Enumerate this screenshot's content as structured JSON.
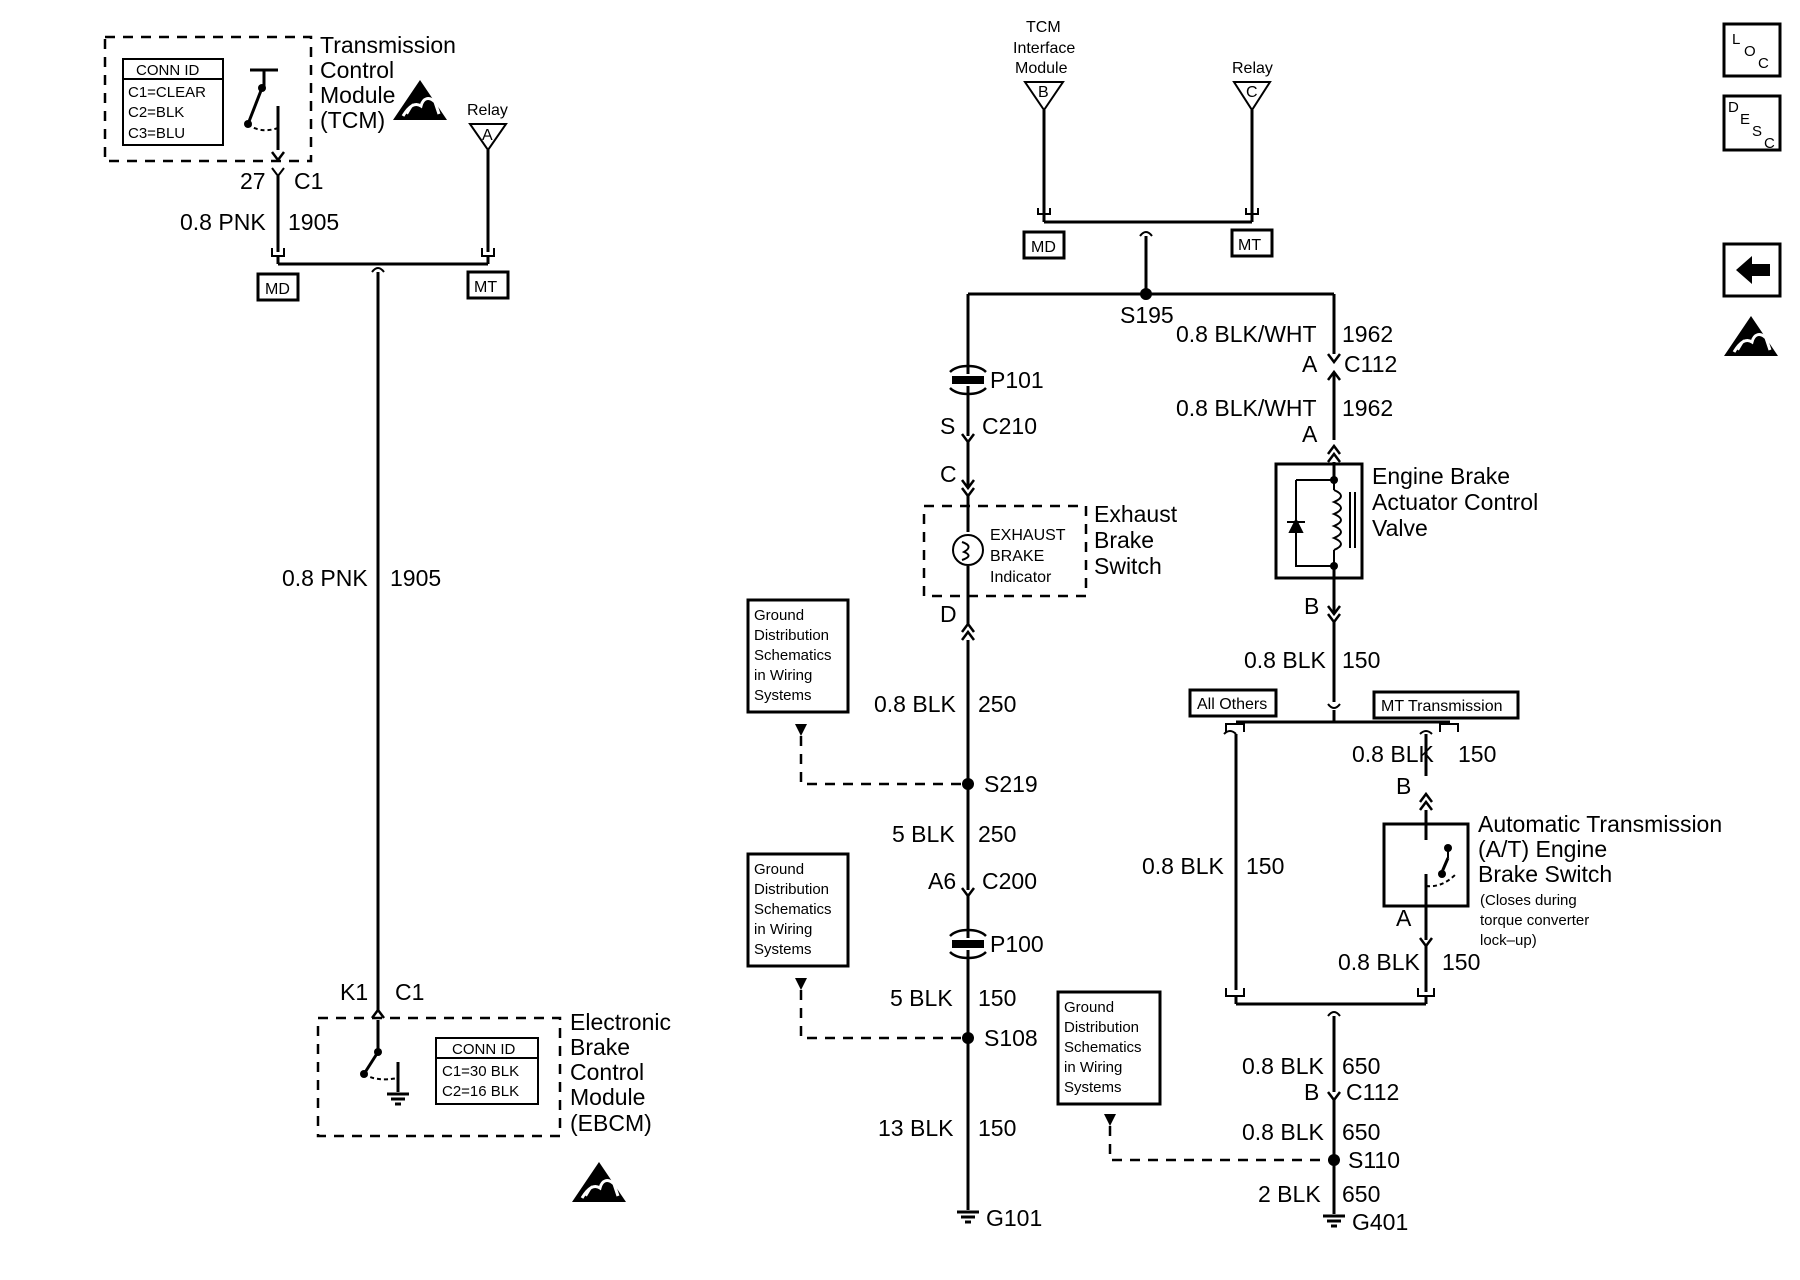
{
  "components": {
    "tcm": {
      "name_lines": [
        "Transmission",
        "Control",
        "Module",
        "(TCM)"
      ]
    },
    "tcm_conn": {
      "header": "CONN ID",
      "rows": [
        "C1=CLEAR",
        "C2=BLK",
        "C3=BLU"
      ]
    },
    "ebcm": {
      "name_lines": [
        "Electronic",
        "Brake",
        "Control",
        "Module",
        "(EBCM)"
      ]
    },
    "ebcm_conn": {
      "header": "CONN ID",
      "rows": [
        "C1=30 BLK",
        "C2=16 BLK"
      ]
    },
    "exhaust_brake_switch": {
      "name_lines": [
        "Exhaust",
        "Brake",
        "Switch"
      ],
      "indicator_lines": [
        "EXHAUST",
        "BRAKE",
        "Indicator"
      ]
    },
    "engine_brake_valve": {
      "name_lines": [
        "Engine Brake",
        "Actuator Control",
        "Valve"
      ]
    },
    "at_switch": {
      "name_lines": [
        "Automatic Transmission",
        "(A/T) Engine",
        "Brake Switch"
      ],
      "note_lines": [
        "(Closes during",
        "torque converter",
        "lock–up)"
      ]
    }
  },
  "refs": {
    "relay_left": {
      "title": "Relay",
      "letter": "A"
    },
    "tcm_interface": {
      "title_lines": [
        "TCM",
        "Interface",
        "Module"
      ],
      "letter": "B"
    },
    "relay_right": {
      "title": "Relay",
      "letter": "C"
    }
  },
  "options": {
    "md": "MD",
    "mt": "MT",
    "all_others": "All Others",
    "mt_transmission": "MT Transmission"
  },
  "ground_dist_lines": [
    "Ground",
    "Distribution",
    "Schematics",
    "in Wiring",
    "Systems"
  ],
  "labels": {
    "pin27": "27",
    "c1_top": "C1",
    "wire_pnk_size": "0.8 PNK",
    "wire_pnk_circ": "1905",
    "wire_pnk2_size": "0.8 PNK",
    "wire_pnk2_circ": "1905",
    "k1": "K1",
    "c1_bottom": "C1",
    "s195": "S195",
    "p101": "P101",
    "s_pin": "S",
    "c210": "C210",
    "c_pin": "C",
    "d_pin": "D",
    "w250a_size": "0.8 BLK",
    "w250a_circ": "250",
    "s219": "S219",
    "w250b_size": "5 BLK",
    "w250b_circ": "250",
    "a6": "A6",
    "c200": "C200",
    "p100": "P100",
    "w150a_size": "5 BLK",
    "w150a_circ": "150",
    "s108": "S108",
    "w150b_size": "13 BLK",
    "w150b_circ": "150",
    "g101": "G101",
    "w1962a_size": "0.8 BLK/WHT",
    "w1962a_circ": "1962",
    "pin_a1": "A",
    "c112_top": "C112",
    "w1962b_size": "0.8 BLK/WHT",
    "w1962b_circ": "1962",
    "pin_a2": "A",
    "pin_b1": "B",
    "w150c_size": "0.8 BLK",
    "w150c_circ": "150",
    "w150d_size": "0.8 BLK",
    "w150d_circ": "150",
    "pin_b2": "B",
    "pin_a3": "A",
    "w150e_size": "0.8 BLK",
    "w150e_circ": "150",
    "w150f_size": "0.8 BLK",
    "w150f_circ": "150",
    "w650a_size": "0.8 BLK",
    "w650a_circ": "650",
    "pin_b3": "B",
    "c112_bottom": "C112",
    "w650b_size": "0.8 BLK",
    "w650b_circ": "650",
    "s110": "S110",
    "w650c_size": "2 BLK",
    "w650c_circ": "650",
    "g401": "G401"
  },
  "nav": {
    "loc_letters": [
      "L",
      "O",
      "C"
    ],
    "desc_letters": [
      "D",
      "E",
      "S",
      "C"
    ]
  }
}
